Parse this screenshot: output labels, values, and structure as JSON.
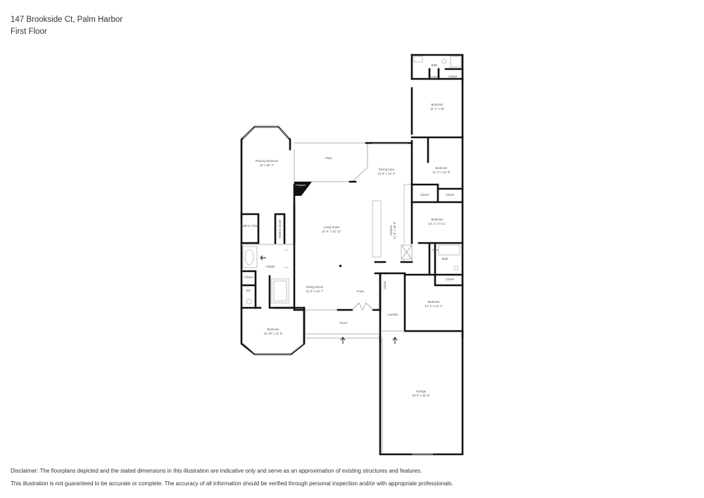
{
  "header": {
    "address": "147 Brookside Ct, Palm Harbor",
    "floor": "First Floor"
  },
  "rooms": [
    {
      "id": "primary_bedroom",
      "name": "Primary Bedroom",
      "dims": "13' x 29' 4\""
    },
    {
      "id": "patio",
      "name": "Patio",
      "dims": ""
    },
    {
      "id": "fireplace",
      "name": "Fireplace",
      "dims": ""
    },
    {
      "id": "dining_area",
      "name": "Dining Area",
      "dims": "14' 6\" x 14' 2\""
    },
    {
      "id": "bath_top",
      "name": "Bath",
      "dims": ""
    },
    {
      "id": "closet_top_small",
      "name": "Closet",
      "dims": ""
    },
    {
      "id": "closet_top",
      "name": "Closet",
      "dims": ""
    },
    {
      "id": "bedroom_1",
      "name": "Bedroom",
      "dims": "12' 1\" x 15'"
    },
    {
      "id": "bedroom_2",
      "name": "Bedroom",
      "dims": "12' 1\" x 12' 8\""
    },
    {
      "id": "closet_b2_left",
      "name": "Closet",
      "dims": ""
    },
    {
      "id": "closet_b2_right",
      "name": "Closet",
      "dims": ""
    },
    {
      "id": "bedroom_3",
      "name": "Bedroom",
      "dims": "12' 1\" x 9' 11\""
    },
    {
      "id": "kitchen",
      "name": "Kitchen",
      "dims": "14' 8\" x 18' 9\""
    },
    {
      "id": "living_room",
      "name": "Living Room",
      "dims": "21' 6\" x 22' 11\""
    },
    {
      "id": "walk_in_closet_1",
      "name": "Walk-in Closet",
      "dims": ""
    },
    {
      "id": "walk_in_closet_2",
      "name": "Walk-in Closet",
      "dims": ""
    },
    {
      "id": "p_bath",
      "name": "P.Bath",
      "dims": ""
    },
    {
      "id": "closet_wc",
      "name": "Closet",
      "dims": ""
    },
    {
      "id": "wc",
      "name": "WC",
      "dims": ""
    },
    {
      "id": "dining_room",
      "name": "Dining Room",
      "dims": "12' 9\" x 10' 7\""
    },
    {
      "id": "foyer",
      "name": "Foyer",
      "dims": ""
    },
    {
      "id": "closet_foyer",
      "name": "Closet",
      "dims": ""
    },
    {
      "id": "laundry",
      "name": "Laundry",
      "dims": ""
    },
    {
      "id": "closet_bath2",
      "name": "Closet",
      "dims": ""
    },
    {
      "id": "bath_2",
      "name": "Bath",
      "dims": ""
    },
    {
      "id": "closet_b4",
      "name": "Closet",
      "dims": ""
    },
    {
      "id": "bedroom_4",
      "name": "Bedroom",
      "dims": "14' 1\" x 14' 4\""
    },
    {
      "id": "bedroom_5",
      "name": "Bedroom",
      "dims": "15' 10\" x 11' 8\""
    },
    {
      "id": "porch",
      "name": "Porch",
      "dims": ""
    },
    {
      "id": "garage",
      "name": "Garage",
      "dims": "20' 5\" x 30' 8\""
    }
  ],
  "disclaimer": {
    "line1": "Disclaimer: The floorplans depicted and the stated dimensions in this illustration are indicative only and serve as an approximation of existing structures and features.",
    "line2": "This illustration is not guaranteed to be accurate or complete. The accuracy of all information should be verified through personal inspection and/or with appropriate professionals."
  }
}
